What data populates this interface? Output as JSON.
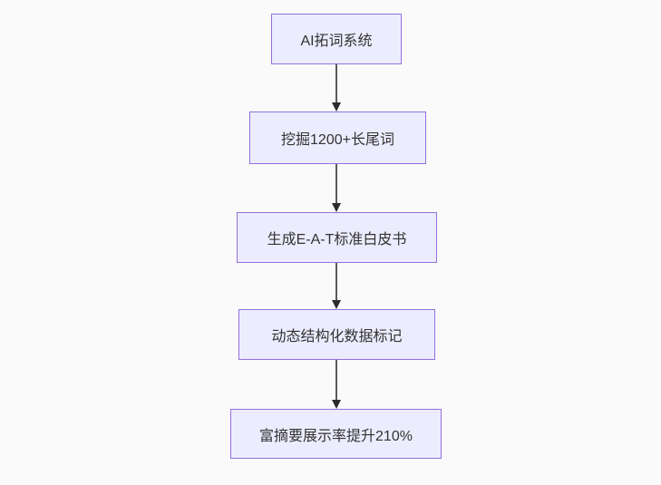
{
  "diagram": {
    "type": "flowchart-top-down",
    "colors": {
      "background": "#fafafa",
      "node_fill": "#ECECFF",
      "node_border": "#9370DB",
      "edge_line": "#5a5a5a",
      "edge_arrowhead": "#2b2b2b",
      "text": "#333333"
    },
    "nodes": [
      {
        "label": "AI拓词系统"
      },
      {
        "label": "挖掘1200+长尾词"
      },
      {
        "label": "生成E-A-T标准白皮书"
      },
      {
        "label": "动态结构化数据标记"
      },
      {
        "label": "富摘要展示率提升210%"
      }
    ],
    "edges": [
      {
        "from": 0,
        "to": 1,
        "arrow": "down"
      },
      {
        "from": 1,
        "to": 2,
        "arrow": "down"
      },
      {
        "from": 2,
        "to": 3,
        "arrow": "down"
      },
      {
        "from": 3,
        "to": 4,
        "arrow": "down"
      }
    ]
  }
}
